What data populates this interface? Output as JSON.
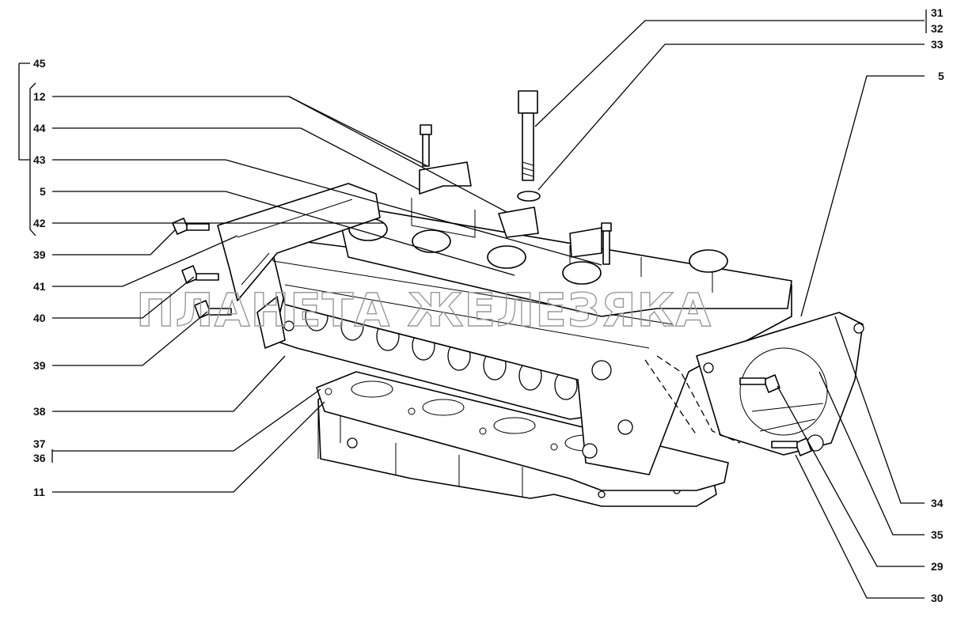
{
  "watermark": "ПЛАНЕТА ЖЕЛЕЗЯКА",
  "callouts": {
    "n45": "45",
    "n12": "12",
    "n44": "44",
    "n43": "43",
    "n5_left": "5",
    "n42": "42",
    "n39_top": "39",
    "n41": "41",
    "n40": "40",
    "n39_bottom": "39",
    "n38": "38",
    "n37": "37",
    "n36": "36",
    "n11": "11",
    "n31": "31",
    "n32": "32",
    "n33": "33",
    "n5_right": "5",
    "n34": "34",
    "n35": "35",
    "n29": "29",
    "n30": "30"
  }
}
